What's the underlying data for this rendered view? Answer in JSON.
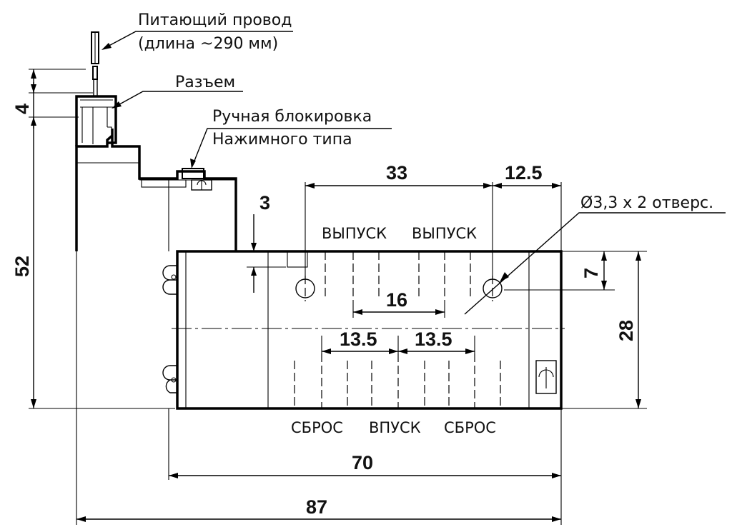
{
  "callouts": {
    "power_wire_line1": "Питающий провод",
    "power_wire_line2": "(длина ~290 мм)",
    "connector": "Разъем",
    "manual_override_line1": "Ручная блокировка",
    "manual_override_line2": "Нажимного типа",
    "mounting_holes": "Ø3,3 x 2 отверс."
  },
  "ports": {
    "exhaust_left": "ВЫПУСК",
    "exhaust_right": "ВЫПУСК",
    "reset_left": "СБРОС",
    "inlet": "ВПУСК",
    "reset_right": "СБРОС"
  },
  "dimensions": {
    "connector_height": "4",
    "total_height": "52",
    "step_height": "3",
    "hole_spacing": "33",
    "hole_edge_offset": "12.5",
    "hole_vertical_offset": "7",
    "body_height": "28",
    "exhaust_spacing": "16",
    "port_spacing_left": "13.5",
    "port_spacing_right": "13.5",
    "body_length": "70",
    "total_length": "87"
  }
}
